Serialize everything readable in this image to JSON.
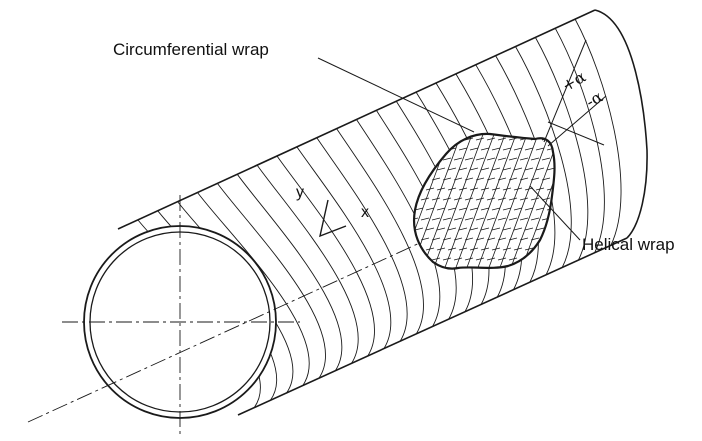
{
  "labels": {
    "circumferential": "Circumferential wrap",
    "helical": "Helical wrap",
    "x_axis": "x",
    "y_axis": "y",
    "plus_alpha": "+α",
    "minus_alpha": "-α"
  },
  "colors": {
    "line": "#1a1a1a",
    "background": "#ffffff"
  }
}
